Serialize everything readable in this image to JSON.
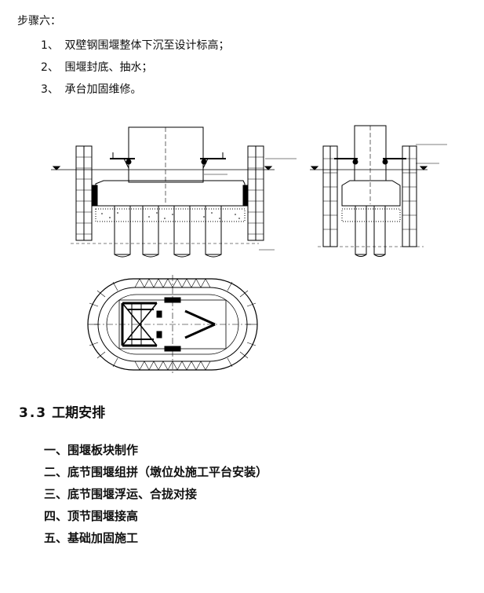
{
  "step": {
    "title": "步骤六：",
    "items": [
      {
        "num": "1、",
        "text": "双壁钢围堰整体下沉至设计标高；"
      },
      {
        "num": "2、",
        "text": "围堰封底、抽水；"
      },
      {
        "num": "3、",
        "text": "承台加固维修。"
      }
    ]
  },
  "section": {
    "num": "3.3",
    "title": "工期安排"
  },
  "schedule": [
    "一、围堰板块制作",
    "二、底节围堰组拼（墩位处施工平台安装）",
    "三、底节围堰浮运、合拢对接",
    "四、顶节围堰接高",
    "五、基础加固施工"
  ]
}
